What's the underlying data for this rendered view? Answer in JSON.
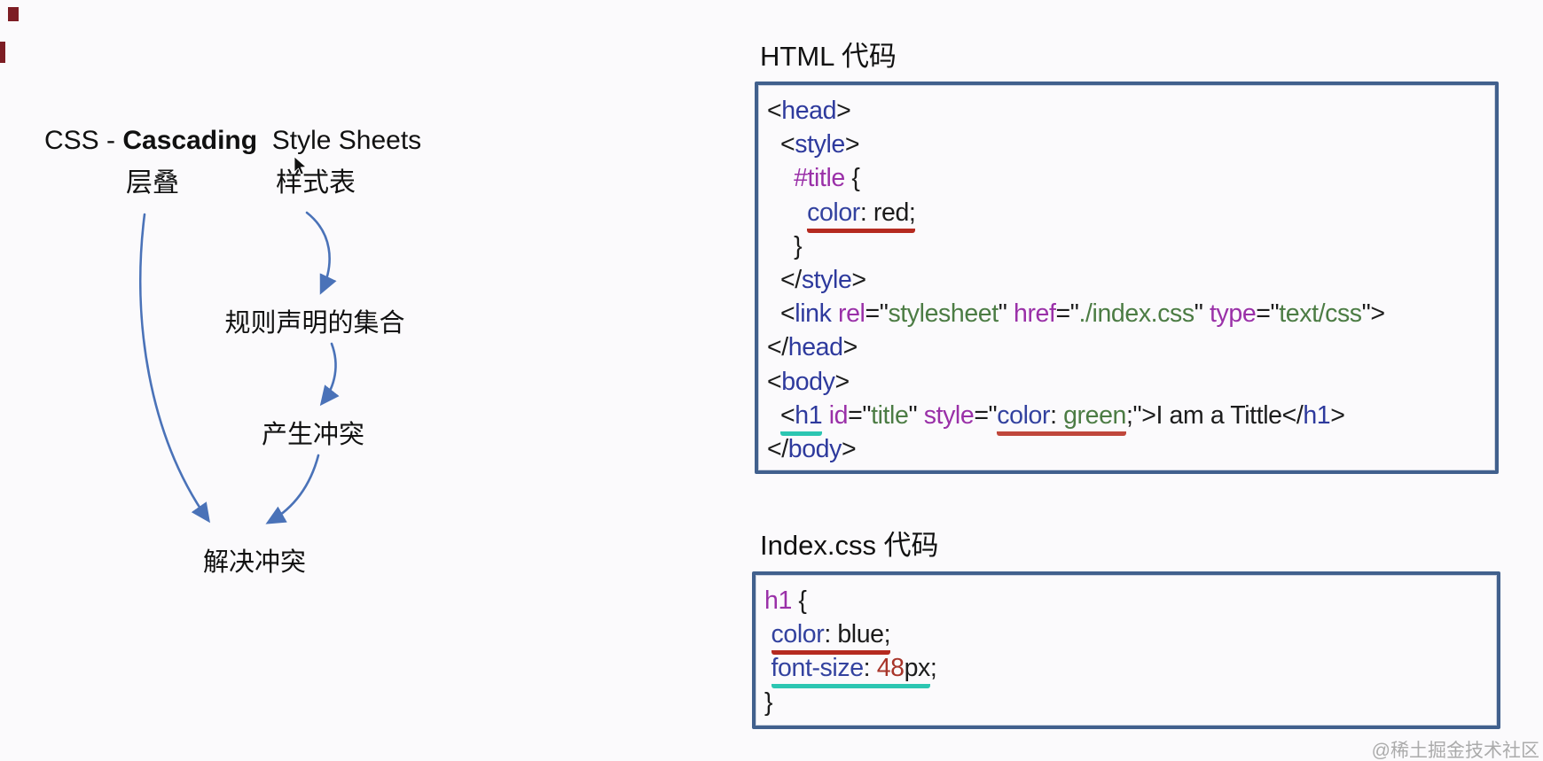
{
  "page": {
    "watermark": "@稀土掘金技术社区"
  },
  "palette": {
    "tag_blue": "#2e3a9d",
    "attr_purple": "#9a30a8",
    "string_green": "#4c7c44",
    "property_blue": "#33429f",
    "number_red": "#a8352a",
    "plain_dark": "#1c1c1c",
    "underline_red": "#b52a20",
    "underline_red_soft": "#c0473c",
    "underline_teal": "#2cc6b2",
    "box_border_blue": "#41608d",
    "arrow_blue": "#4a72b8",
    "watermark_gray": "#ababab",
    "background": "#fbfafc"
  },
  "concept_map": {
    "title_prefix": "CSS - ",
    "title_bold": "Cascading",
    "title_suffix": "  Style Sheets",
    "subtitle_left": "层叠",
    "subtitle_right": "样式表",
    "node_rules": "规则声明的集合",
    "node_conflict": "产生冲突",
    "node_resolve": "解决冲突"
  },
  "html_section": {
    "title": "HTML 代码",
    "lines": [
      [
        {
          "t": [
            [
              "p",
              "<"
            ],
            [
              "tag",
              "head"
            ],
            [
              "p",
              ">"
            ]
          ]
        }
      ],
      [
        {
          "t": [
            [
              "p",
              "  <"
            ],
            [
              "tag",
              "style"
            ],
            [
              "p",
              ">"
            ]
          ]
        }
      ],
      [
        {
          "t": [
            [
              "p",
              "    "
            ],
            [
              "sel",
              "#title"
            ],
            [
              "p",
              " {"
            ]
          ]
        }
      ],
      [
        {
          "t": [
            [
              "p",
              "      "
            ]
          ]
        },
        {
          "u": "red",
          "t": [
            [
              "prop",
              "color"
            ],
            [
              "p",
              ": red;"
            ]
          ]
        }
      ],
      [
        {
          "t": [
            [
              "p",
              "    }"
            ]
          ]
        }
      ],
      [
        {
          "t": [
            [
              "p",
              "  </"
            ],
            [
              "tag",
              "style"
            ],
            [
              "p",
              ">"
            ]
          ]
        }
      ],
      [
        {
          "t": [
            [
              "p",
              "  <"
            ],
            [
              "tag",
              "link"
            ],
            [
              "p",
              " "
            ],
            [
              "attr",
              "rel"
            ],
            [
              "p",
              "=\""
            ],
            [
              "str",
              "stylesheet"
            ],
            [
              "p",
              "\" "
            ],
            [
              "attr",
              "href"
            ],
            [
              "p",
              "=\""
            ],
            [
              "str",
              "./index.css"
            ],
            [
              "p",
              "\" "
            ],
            [
              "attr",
              "type"
            ],
            [
              "p",
              "=\""
            ],
            [
              "str",
              "text/css"
            ],
            [
              "p",
              "\">"
            ]
          ]
        }
      ],
      [
        {
          "t": [
            [
              "p",
              "</"
            ],
            [
              "tag",
              "head"
            ],
            [
              "p",
              ">"
            ]
          ]
        }
      ],
      [
        {
          "t": [
            [
              "p",
              "<"
            ],
            [
              "tag",
              "body"
            ],
            [
              "p",
              ">"
            ]
          ]
        }
      ],
      [
        {
          "t": [
            [
              "p",
              "  "
            ]
          ]
        },
        {
          "u": "teal",
          "t": [
            [
              "p",
              "<"
            ],
            [
              "tag",
              "h1"
            ]
          ]
        },
        {
          "t": [
            [
              "p",
              " "
            ],
            [
              "attr",
              "id"
            ],
            [
              "p",
              "=\""
            ],
            [
              "str",
              "title"
            ],
            [
              "p",
              "\" "
            ],
            [
              "attr",
              "style"
            ],
            [
              "p",
              "=\""
            ]
          ]
        },
        {
          "u": "red2",
          "t": [
            [
              "prop",
              "color"
            ],
            [
              "p",
              ": "
            ],
            [
              "str",
              "green"
            ]
          ]
        },
        {
          "t": [
            [
              "p",
              ";\">I am a Tittle</"
            ],
            [
              "tag",
              "h1"
            ],
            [
              "p",
              ">"
            ]
          ]
        }
      ],
      [
        {
          "t": [
            [
              "p",
              "</"
            ],
            [
              "tag",
              "body"
            ],
            [
              "p",
              ">"
            ]
          ]
        }
      ]
    ]
  },
  "css_section": {
    "title": "Index.css 代码",
    "lines": [
      [
        {
          "t": [
            [
              "attr",
              "h1"
            ],
            [
              "p",
              " {"
            ]
          ]
        }
      ],
      [
        {
          "t": [
            [
              "p",
              " "
            ]
          ]
        },
        {
          "u": "red",
          "t": [
            [
              "prop",
              "color"
            ],
            [
              "p",
              ": blue;"
            ]
          ]
        }
      ],
      [
        {
          "t": [
            [
              "p",
              " "
            ]
          ]
        },
        {
          "u": "teal",
          "t": [
            [
              "prop",
              "font-size"
            ],
            [
              "p",
              ": "
            ],
            [
              "num",
              "48"
            ],
            [
              "p",
              "px"
            ]
          ]
        },
        {
          "t": [
            [
              "p",
              ";"
            ]
          ]
        }
      ],
      [
        {
          "t": [
            [
              "p",
              "}"
            ]
          ]
        }
      ]
    ]
  }
}
